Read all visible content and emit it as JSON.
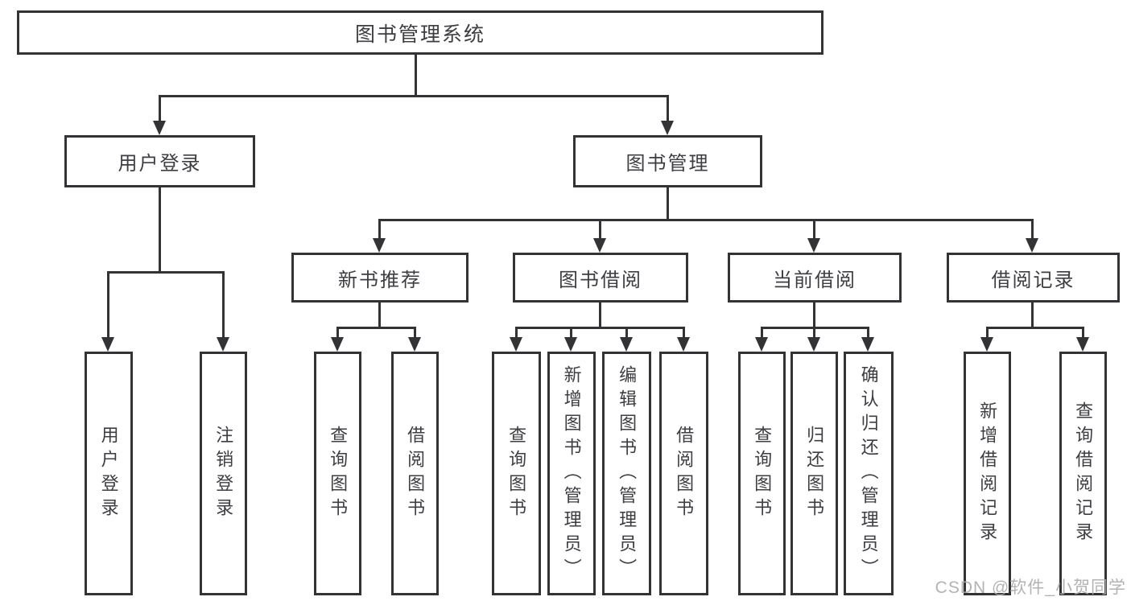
{
  "diagram": {
    "title_node": {
      "label": "图书管理系统"
    },
    "level2": [
      {
        "label": "用户登录"
      },
      {
        "label": "图书管理"
      }
    ],
    "level3": [
      {
        "label": "新书推荐"
      },
      {
        "label": "图书借阅"
      },
      {
        "label": "当前借阅"
      },
      {
        "label": "借阅记录"
      }
    ],
    "leaves": {
      "user_login": [
        {
          "label": "用户登录"
        },
        {
          "label": "注销登录"
        }
      ],
      "new_book_recommend": [
        {
          "label": "查询图书"
        },
        {
          "label": "借阅图书"
        }
      ],
      "book_borrow": [
        {
          "label": "查询图书"
        },
        {
          "label": "新增图书（管理员）"
        },
        {
          "label": "编辑图书（管理员）"
        },
        {
          "label": "借阅图书"
        }
      ],
      "current_borrow": [
        {
          "label": "查询图书"
        },
        {
          "label": "归还图书"
        },
        {
          "label": "确认归还（管理员）"
        }
      ],
      "borrow_records": [
        {
          "label": "新增借阅记录"
        },
        {
          "label": "查询借阅记录"
        }
      ]
    }
  },
  "watermark": {
    "text": "CSDN @软件_小贺同学"
  },
  "colors": {
    "line": "#333336",
    "text": "#3d3d42",
    "background": "#ffffff",
    "watermark": "#ababab"
  }
}
